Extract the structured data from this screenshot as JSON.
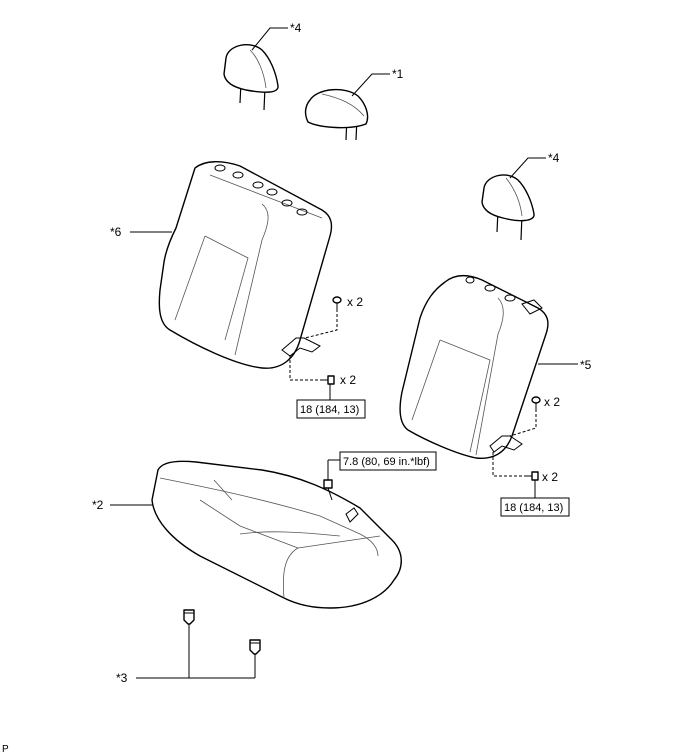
{
  "callouts": {
    "c1": "*1",
    "c2": "*2",
    "c3": "*3",
    "c4a": "*4",
    "c4b": "*4",
    "c5": "*5",
    "c6": "*6"
  },
  "quantities": {
    "q1": "x 2",
    "q2": "x 2",
    "q3": "x 2",
    "q4": "x 2"
  },
  "torques": {
    "t_left_back": "18 (184, 13)",
    "t_right_back": "18 (184, 13)",
    "t_cushion": "7.8 (80, 69 in.*lbf)"
  },
  "corner_mark": "P"
}
